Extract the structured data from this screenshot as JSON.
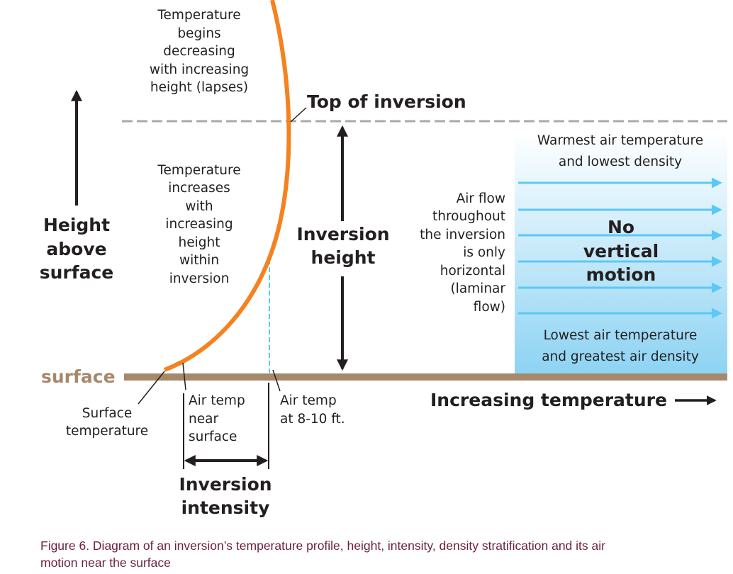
{
  "labels": {
    "lapse": [
      "Temperature",
      "begins",
      "decreasing",
      "with increasing",
      "height (lapses)"
    ],
    "top_of_inversion": "Top of inversion",
    "increase": [
      "Temperature",
      "increases",
      "with",
      "increasing",
      "height",
      "within",
      "inversion"
    ],
    "height_above_surface": [
      "Height",
      "above",
      "surface"
    ],
    "inversion_height": [
      "Inversion",
      "height"
    ],
    "air_flow": [
      "Air flow",
      "throughout",
      "the inversion",
      "is only",
      "horizontal",
      "(laminar",
      "flow)"
    ],
    "warmest": [
      "Warmest air temperature",
      "and lowest density"
    ],
    "no_vertical_motion": [
      "No",
      "vertical",
      "motion"
    ],
    "lowest": [
      "Lowest air temperature",
      "and greatest air density"
    ],
    "surface": "surface",
    "surface_temperature": [
      "Surface",
      "temperature"
    ],
    "air_temp_near_surface": [
      "Air temp",
      "near",
      "surface"
    ],
    "air_temp_8_10": [
      "Air temp",
      "at 8-10 ft."
    ],
    "increasing_temperature": "Increasing temperature",
    "inversion_intensity": [
      "Inversion",
      "intensity"
    ]
  },
  "caption": [
    "Figure 6.  Diagram of an inversion’s temperature profile, height, intensity, density stratification and its air",
    "motion near the surface"
  ],
  "colors": {
    "profile": "#f58220",
    "surface": "#a6896a",
    "flow": "#5bc8f5",
    "dash": "#a7a9ac",
    "caption": "#6b1f3f"
  }
}
